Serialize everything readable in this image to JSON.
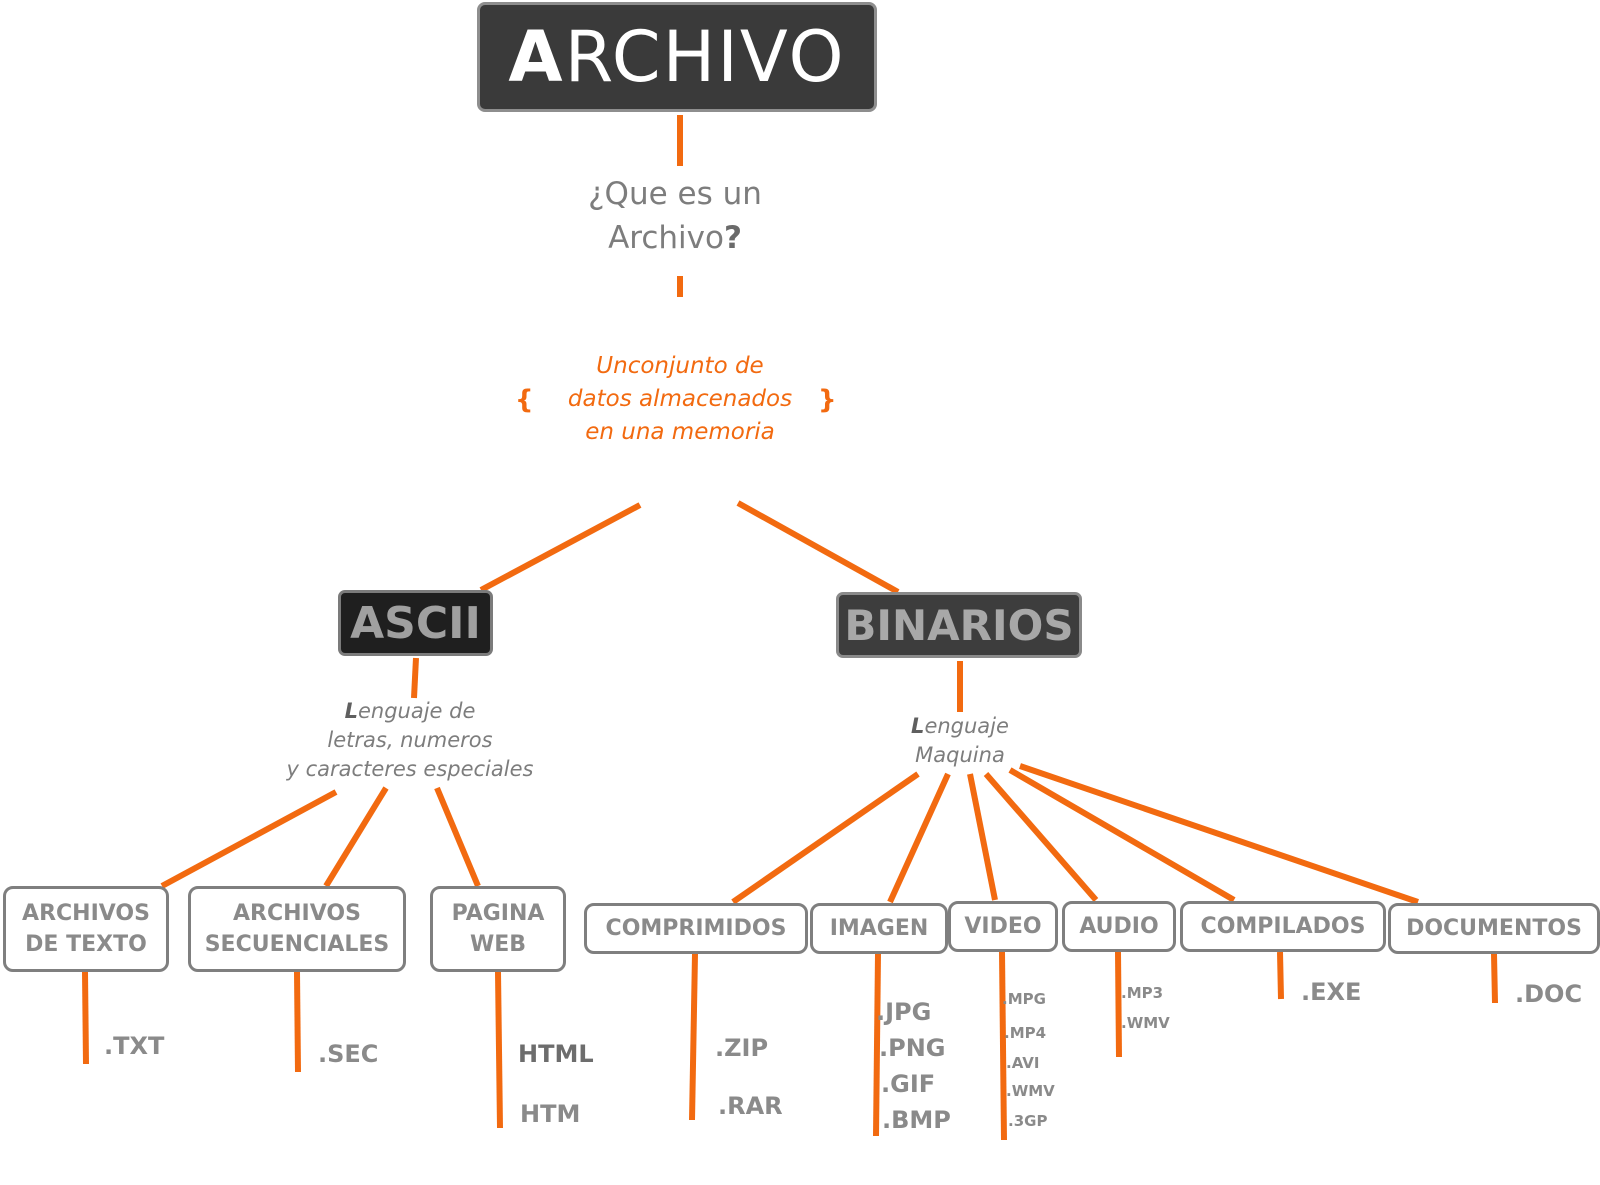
{
  "title": {
    "first_letter": "A",
    "rest": "RCHIVO"
  },
  "question": {
    "line1": "¿Que es un",
    "line2": "Archivo",
    "mark": "?"
  },
  "definition": {
    "open_brace": "{",
    "close_brace": "}",
    "line1": "Unconjunto de",
    "line2": "datos almacenados",
    "line3": "en una memoria"
  },
  "ascii": {
    "label": "ASCII",
    "desc_initial": "L",
    "desc_line1_rest": "enguaje de",
    "desc_line2": "letras, numeros",
    "desc_line3": "y caracteres especiales",
    "children": [
      {
        "line1": "ARCHIVOS",
        "line2": "DE TEXTO",
        "extensions": [
          ".TXT"
        ]
      },
      {
        "line1": "ARCHIVOS",
        "line2": "SECUENCIALES",
        "extensions": [
          ".SEC"
        ]
      },
      {
        "line1": "PAGINA",
        "line2": "WEB",
        "extensions": [
          "HTML",
          "HTM"
        ]
      }
    ]
  },
  "binarios": {
    "label": "BINARIOS",
    "desc_initial": "L",
    "desc_line1_rest": "enguaje",
    "desc_line2": "Maquina",
    "children": [
      {
        "label": "COMPRIMIDOS",
        "extensions": [
          ".ZIP",
          ".RAR"
        ]
      },
      {
        "label": "IMAGEN",
        "extensions": [
          ".JPG",
          ".PNG",
          ".GIF",
          ".BMP"
        ]
      },
      {
        "label": "VIDEO",
        "extensions": [
          ".MPG",
          ".MP4",
          ".AVI",
          ".WMV",
          ".3GP"
        ]
      },
      {
        "label": "AUDIO",
        "extensions": [
          ".MP3",
          ".WMV"
        ]
      },
      {
        "label": "COMPILADOS",
        "extensions": [
          ".EXE"
        ]
      },
      {
        "label": "DOCUMENTOS",
        "extensions": [
          ".DOC"
        ]
      }
    ]
  },
  "colors": {
    "accent": "#f26a10",
    "dark_box": "#3a3a3a",
    "gray_text": "#8a8a8a"
  }
}
